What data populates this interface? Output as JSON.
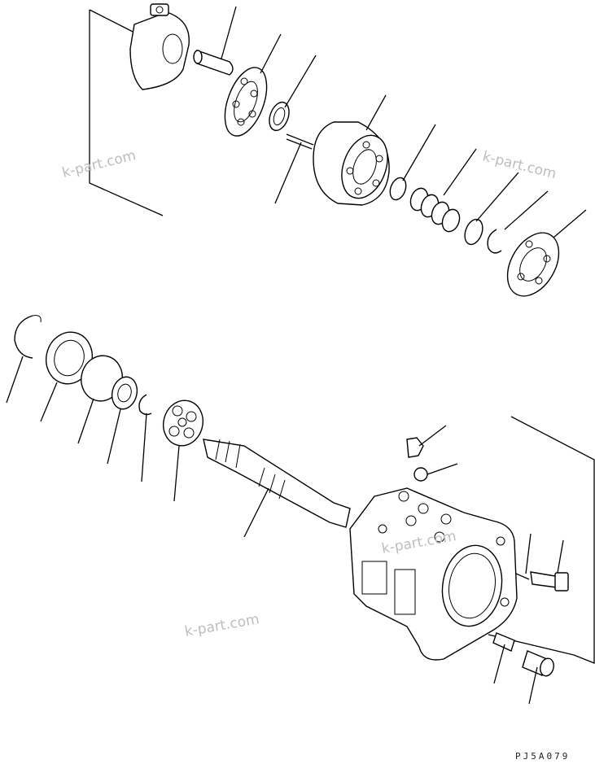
{
  "diagram": {
    "drawing_code": "PJ5A079",
    "watermarks": [
      "k-part.com",
      "k-part.com",
      "k-part.com",
      "k-part.com"
    ]
  }
}
